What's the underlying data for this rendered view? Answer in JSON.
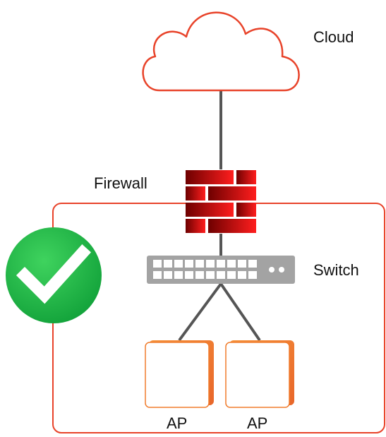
{
  "labels": {
    "cloud": "Cloud",
    "firewall": "Firewall",
    "switch": "Switch",
    "ap_left": "AP",
    "ap_right": "AP"
  },
  "colors": {
    "accent_red": "#e8432a",
    "brick_dark": "#7a0000",
    "brick_bright": "#ff1a1a",
    "switch_gray": "#a3a3a3",
    "check_green": "#22b24c",
    "ap_orange": "#f07b2b",
    "wire": "#555555"
  },
  "icons": {
    "cloud": "cloud-icon",
    "firewall": "brick-wall-icon",
    "switch": "network-switch-icon",
    "status": "checkmark-icon",
    "ap": "access-point-icon"
  }
}
